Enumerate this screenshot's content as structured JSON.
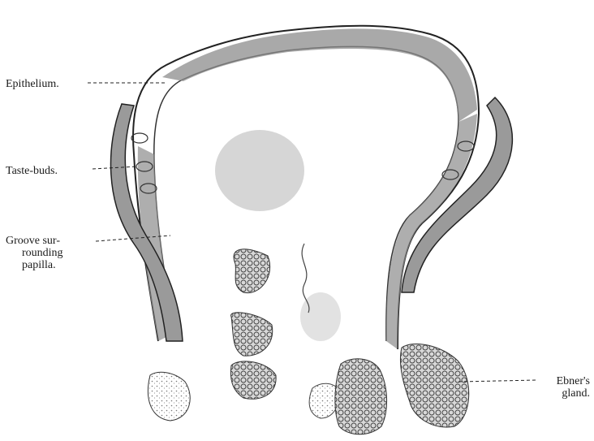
{
  "labels": {
    "epithelium": "Epithelium.",
    "taste_buds": "Taste-buds.",
    "groove_line1": "Groove sur-",
    "groove_line2": "rounding",
    "groove_line3": "papilla.",
    "ebner_line1": "Ebner's",
    "ebner_line2": "gland."
  },
  "colors": {
    "ink": "#222222",
    "epithelium_shade": "#8c8c8c",
    "stroma": "#b5b5b5",
    "gland": "#6f6f6f",
    "paper": "#ffffff"
  }
}
